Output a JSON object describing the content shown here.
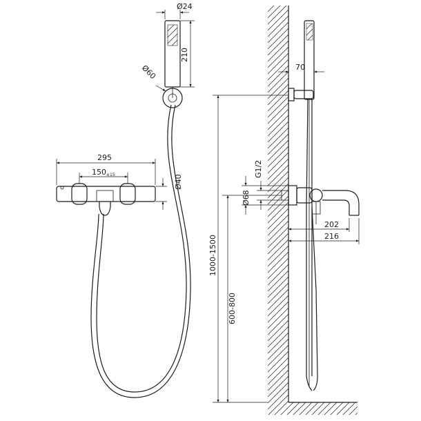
{
  "dimensions": {
    "handshower_diameter": "Ø24",
    "handshower_length": "210",
    "hose_outlet_diameter": "Ø60",
    "mixer_width": "295",
    "center_distance": "150",
    "center_tolerance": "±15",
    "body_diameter": "Ø40",
    "rosette_diameter": "Ø68",
    "connection_thread": "G1/2",
    "bracket_offset": "70",
    "bracket_height": "1000-1500",
    "mixer_height": "600-800",
    "spout_reach": "202",
    "total_reach": "216"
  }
}
